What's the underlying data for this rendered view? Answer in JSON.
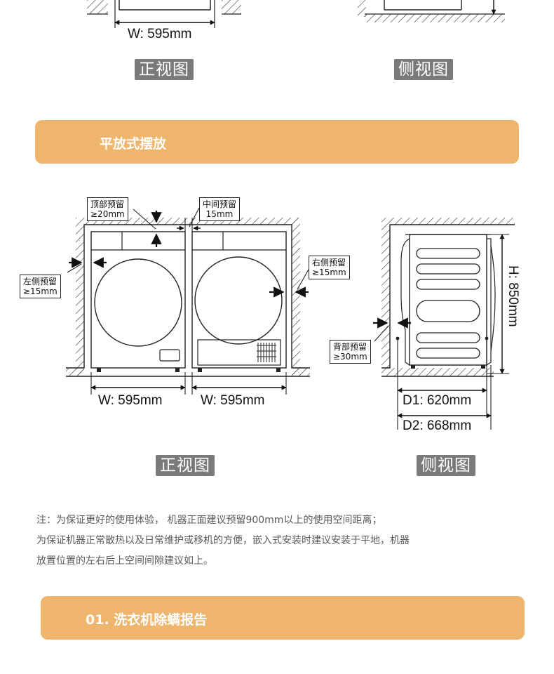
{
  "top_section": {
    "front_width": "W: 595mm",
    "front_view_tag": "正视图",
    "side_view_tag": "侧视图"
  },
  "flat_banner": {
    "title": "平放式摆放"
  },
  "flat_section": {
    "top_clearance": {
      "title": "顶部预留",
      "value": "≥20mm"
    },
    "middle_clearance": {
      "title": "中间预留",
      "value": "15mm"
    },
    "left_clearance": {
      "title": "左侧预留",
      "value": "≥15mm"
    },
    "right_clearance": {
      "title": "右侧预留",
      "value": "≥15mm"
    },
    "back_clearance": {
      "title": "背部预留",
      "value": "≥30mm"
    },
    "width_left": "W: 595mm",
    "width_right": "W: 595mm",
    "height": "H: 850mm",
    "depth_1": "D1: 620mm",
    "depth_2": "D2: 668mm",
    "front_view_tag": "正视图",
    "side_view_tag": "侧视图"
  },
  "note": {
    "line1": "注：为保证更好的使用体验， 机器正面建议预留900mm以上的使用空间距离；",
    "line2": "为保证机器正常散热以及日常维护或移机的方便，嵌入式安装时建议安装于平地，机器",
    "line3": "放置位置的左右后上空间间隙建议如上。"
  },
  "report_banner": {
    "title": "01. 洗衣机除螨报告"
  },
  "colors": {
    "banner": "#efb56c",
    "tag": "#7a7a7a",
    "note_text": "#5a5a5a"
  }
}
